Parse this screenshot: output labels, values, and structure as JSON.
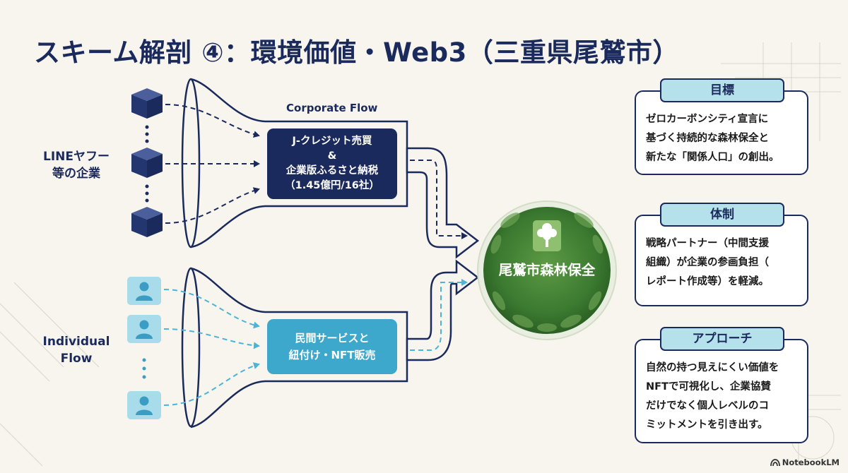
{
  "title": "スキーム解剖 ④：環境価値・Web3（三重県尾鷲市）",
  "diagram": {
    "corporate_label_line1": "LINEヤフー",
    "corporate_label_line2": "等の企業",
    "individual_label_line1": "Individual",
    "individual_label_line2": "Flow",
    "corporate_flow_title": "Corporate Flow",
    "corporate_box_lines": [
      "J-クレジット売買",
      "&",
      "企業版ふるさと納税",
      "（1.45億円/16社）"
    ],
    "individual_box_lines": [
      "民間サービスと",
      "紐付け・NFT販売"
    ],
    "center_label": "尾鷲市森林保全"
  },
  "cards": [
    {
      "heading": "目標",
      "body": [
        "ゼロカーボンシティ宣言に",
        "基づく持続的な森林保全と",
        "新たな「関係人口」の創出。"
      ]
    },
    {
      "heading": "体制",
      "body": [
        "戦略パートナー（中間支援",
        "組織）が企業の参画負担（",
        "レポート作成等）を軽減。"
      ]
    },
    {
      "heading": "アプローチ",
      "body": [
        "自然の持つ見えにくい価値を",
        "NFTで可視化し、企業協賛",
        "だけでなく個人レベルのコ",
        "ミットメントを引き出す。"
      ]
    }
  ],
  "brand": "NotebookLM",
  "colors": {
    "navy": "#1b2a5c",
    "light_blue": "#8fd0e2",
    "box_blue": "#3ea8cc",
    "green": "#3e7d33",
    "card_head": "#b5e2ea",
    "background": "#f7f5ee"
  }
}
